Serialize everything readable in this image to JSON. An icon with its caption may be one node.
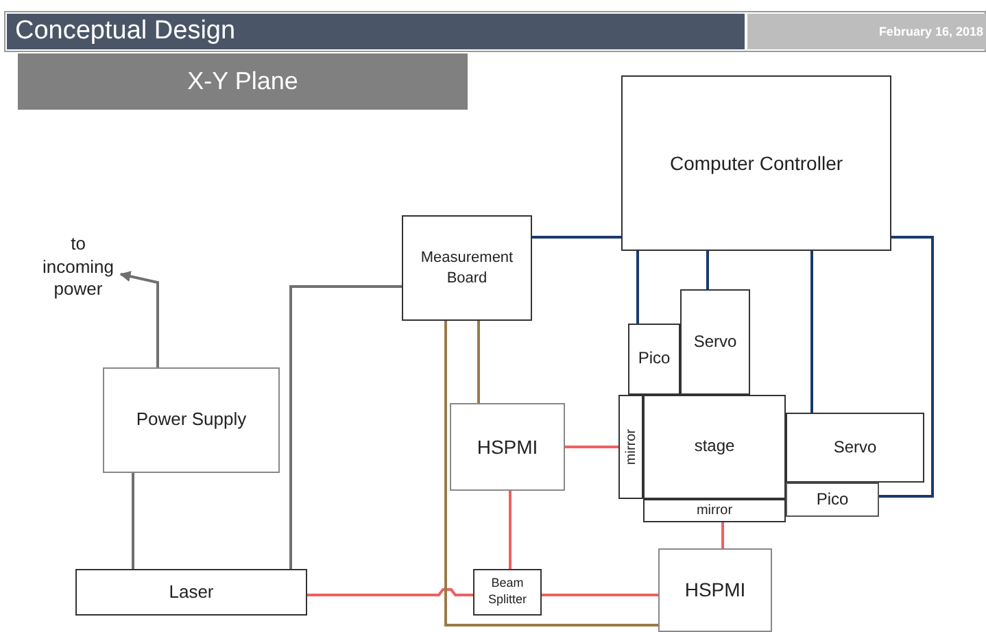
{
  "diagram": {
    "title": "Conceptual Design",
    "nodes": [
      {
        "text": [
          "Computer Controller"
        ]
      },
      {
        "text": [
          "Measurement Board"
        ]
      },
      {
        "text": [
          "to incoming power"
        ]
      },
      {
        "text": [
          "Power Supply"
        ]
      },
      {
        "text": [
          "Laser"
        ]
      },
      {
        "text": [
          "HSPMI"
        ]
      },
      {
        "text": [
          "Pico"
        ]
      },
      {
        "text": [
          "Servo"
        ]
      },
      {
        "text": [
          "mirror"
        ]
      },
      {
        "text": [
          "stage"
        ]
      },
      {
        "text": [
          "Servo"
        ]
      },
      {
        "text": [
          "Pico"
        ]
      },
      {
        "text": [
          "mirror"
        ]
      },
      {
        "text": [
          "Beam Splitter"
        ]
      },
      {
        "text": [
          "HSPMI"
        ]
      }
    ],
    "edges": [
      {
        "from": 3,
        "to": 2,
        "arrow": "to",
        "color": "#707070"
      },
      {
        "from": 3,
        "to": 4,
        "arrow": "none",
        "color": "#707070"
      },
      {
        "from": 4,
        "to": 1,
        "arrow": "none",
        "color": "#707070"
      },
      {
        "from": 4,
        "to": 13,
        "arrow": "none",
        "color": "#f06060"
      },
      {
        "from": 1,
        "to": 0,
        "arrow": "none",
        "color": "#1a3a6e"
      },
      {
        "from": 0,
        "to": 6,
        "arrow": "none",
        "color": "#1a3a6e"
      },
      {
        "from": 0,
        "to": 7,
        "arrow": "none",
        "color": "#1a3a6e"
      },
      {
        "from": 0,
        "to": 10,
        "arrow": "none",
        "color": "#1a3a6e"
      },
      {
        "from": 0,
        "to": 11,
        "arrow": "none",
        "color": "#1a3a6e"
      },
      {
        "from": 1,
        "to": 5,
        "arrow": "none",
        "color": "#9a7a4a"
      },
      {
        "from": 1,
        "to": 14,
        "arrow": "none",
        "color": "#9a7a4a"
      },
      {
        "from": 5,
        "to": 8,
        "arrow": "none",
        "color": "#f06060"
      },
      {
        "from": 5,
        "to": 13,
        "arrow": "none",
        "color": "#f06060"
      },
      {
        "from": 13,
        "to": 14,
        "arrow": "none",
        "color": "#f06060"
      },
      {
        "from": 12,
        "to": 14,
        "arrow": "none",
        "color": "#f06060"
      }
    ],
    "labels": [
      "February 16, 2018",
      "X-Y Plane"
    ]
  }
}
